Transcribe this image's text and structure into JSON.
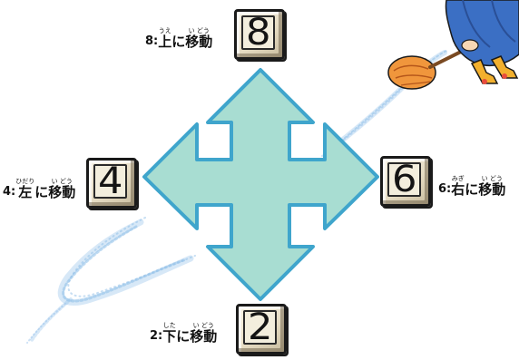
{
  "keys": {
    "up": {
      "digit": "8",
      "number": "8:",
      "kanji1": "上",
      "ruby1": "うえ",
      "particle": "に",
      "kanji2": "移動",
      "ruby2": "い どう"
    },
    "left": {
      "digit": "4",
      "number": "4:",
      "kanji1": "左",
      "ruby1": "ひだり",
      "particle": "に",
      "kanji2": "移動",
      "ruby2": "い どう"
    },
    "right": {
      "digit": "6",
      "number": "6:",
      "kanji1": "右",
      "ruby1": "みぎ",
      "particle": "に",
      "kanji2": "移動",
      "ruby2": "い どう"
    },
    "down": {
      "digit": "2",
      "number": "2:",
      "kanji1": "下",
      "ruby1": "した",
      "particle": "に",
      "kanji2": "移動",
      "ruby2": "い どう"
    }
  },
  "colors": {
    "arrow_fill": "#a8ddd2",
    "arrow_outline": "#3fa5cc",
    "key_face": "#efe8d4",
    "sparkle": "#8dbde8",
    "broom_orange": "#f0963c",
    "robe_blue": "#3b6fc4"
  },
  "icons": {
    "arrow": "four-way-arrow-icon",
    "sparkle": "sparkle-trail-icon",
    "character": "witch-on-broom-icon"
  }
}
